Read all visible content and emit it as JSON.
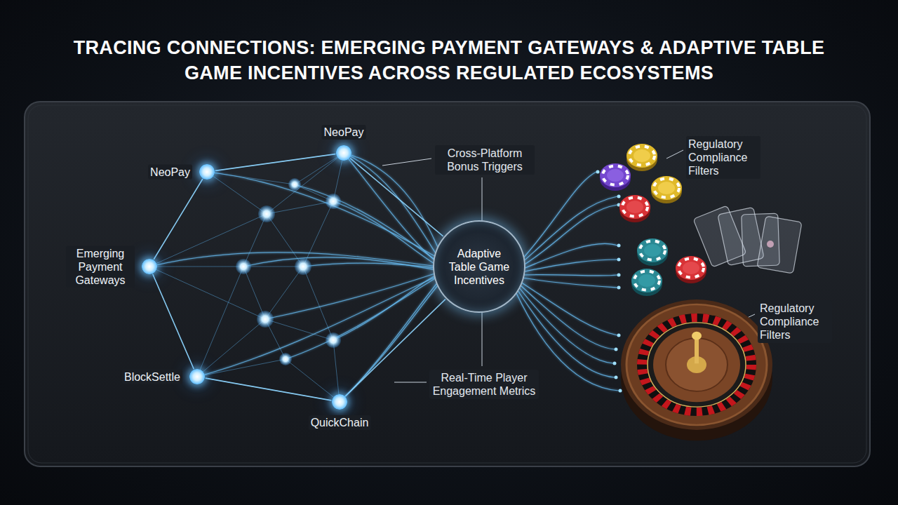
{
  "diagram": {
    "title": "TRACING CONNECTIONS: EMERGING PAYMENT GATEWAYS & ADAPTIVE TABLE GAME INCENTIVES ACROSS REGULATED ECOSYSTEMS",
    "nodes": [
      {
        "text": [
          "NeoPay"
        ]
      },
      {
        "text": [
          "NeoPay"
        ]
      },
      {
        "text": [
          "Emerging Payment Gateways"
        ]
      },
      {
        "text": [
          "BlockSettle"
        ]
      },
      {
        "text": [
          "QuickChain"
        ]
      },
      {
        "text": [
          "Adaptive Table Game Incentives"
        ]
      }
    ],
    "edges": [
      {
        "from": 0,
        "to": 5,
        "arrow": "none"
      },
      {
        "from": 4,
        "to": 5,
        "arrow": "none"
      },
      {
        "from": 1,
        "to": 0,
        "arrow": "none"
      },
      {
        "from": 2,
        "to": 1,
        "arrow": "none"
      },
      {
        "from": 2,
        "to": 3,
        "arrow": "none"
      },
      {
        "from": 3,
        "to": 4,
        "arrow": "none"
      }
    ],
    "labels": [
      "Cross-Platform Bonus Triggers",
      "Regulatory Compliance Filters",
      "Real-Time Player Engagement Metrics",
      "Regulatory Compliance Filters"
    ]
  }
}
